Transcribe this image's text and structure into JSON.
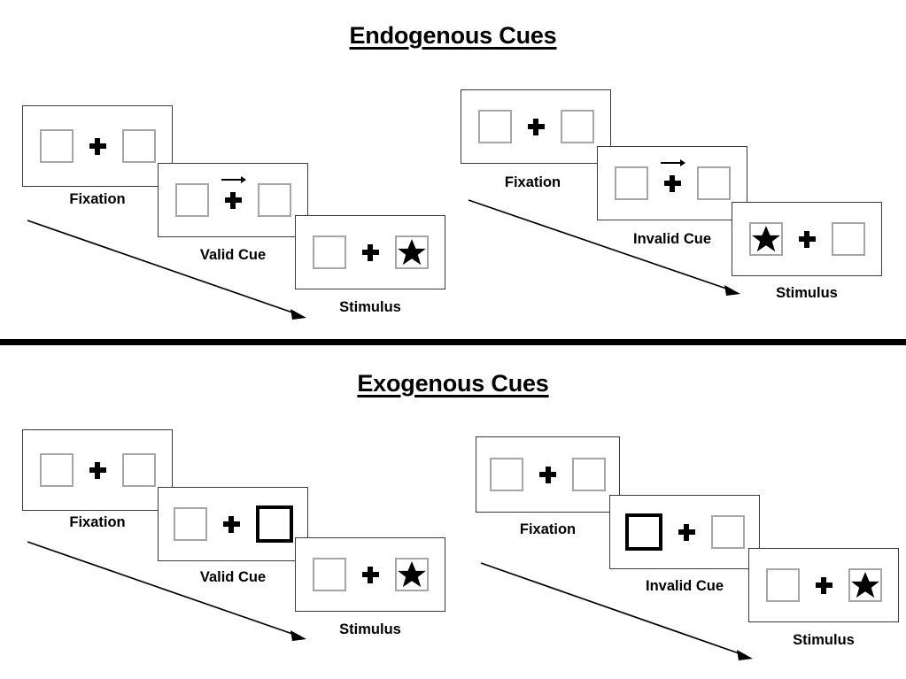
{
  "page": {
    "background": "#ffffff",
    "ink": "#000000",
    "box_border_color": "#a6a6a6",
    "panel_border_color": "#3a3a3a",
    "highlight_color": "#000000"
  },
  "sections": [
    {
      "id": "endogenous",
      "title": "Endogenous Cues",
      "sequences": [
        {
          "id": "endogenous-valid",
          "frames": [
            {
              "label": "Fixation",
              "left_content": "empty",
              "right_content": "empty",
              "cue": "none",
              "left_state": "normal",
              "right_state": "normal"
            },
            {
              "label": "Valid Cue",
              "left_content": "empty",
              "right_content": "empty",
              "cue": "arrow-right",
              "left_state": "normal",
              "right_state": "normal"
            },
            {
              "label": "Stimulus",
              "left_content": "empty",
              "right_content": "star",
              "cue": "none",
              "left_state": "normal",
              "right_state": "normal"
            }
          ]
        },
        {
          "id": "endogenous-invalid",
          "frames": [
            {
              "label": "Fixation",
              "left_content": "empty",
              "right_content": "empty",
              "cue": "none",
              "left_state": "normal",
              "right_state": "normal"
            },
            {
              "label": "Invalid Cue",
              "left_content": "empty",
              "right_content": "empty",
              "cue": "arrow-right",
              "left_state": "normal",
              "right_state": "normal"
            },
            {
              "label": "Stimulus",
              "left_content": "star",
              "right_content": "empty",
              "cue": "none",
              "left_state": "normal",
              "right_state": "normal"
            }
          ]
        }
      ]
    },
    {
      "id": "exogenous",
      "title": "Exogenous Cues",
      "sequences": [
        {
          "id": "exogenous-valid",
          "frames": [
            {
              "label": "Fixation",
              "left_content": "empty",
              "right_content": "empty",
              "cue": "none",
              "left_state": "normal",
              "right_state": "normal"
            },
            {
              "label": "Valid Cue",
              "left_content": "empty",
              "right_content": "empty",
              "cue": "none",
              "left_state": "normal",
              "right_state": "highlight"
            },
            {
              "label": "Stimulus",
              "left_content": "empty",
              "right_content": "star",
              "cue": "none",
              "left_state": "normal",
              "right_state": "normal"
            }
          ]
        },
        {
          "id": "exogenous-invalid",
          "frames": [
            {
              "label": "Fixation",
              "left_content": "empty",
              "right_content": "empty",
              "cue": "none",
              "left_state": "normal",
              "right_state": "normal"
            },
            {
              "label": "Invalid Cue",
              "left_content": "empty",
              "right_content": "empty",
              "cue": "none",
              "left_state": "highlight",
              "right_state": "normal"
            },
            {
              "label": "Stimulus",
              "left_content": "empty",
              "right_content": "star",
              "cue": "none",
              "left_state": "normal",
              "right_state": "normal"
            }
          ]
        }
      ]
    }
  ],
  "icons": {
    "fixation_cross": "plus-icon",
    "target": "star-icon",
    "endogenous_cue": "arrow-right-icon",
    "time_flow": "diagonal-arrow-icon"
  }
}
